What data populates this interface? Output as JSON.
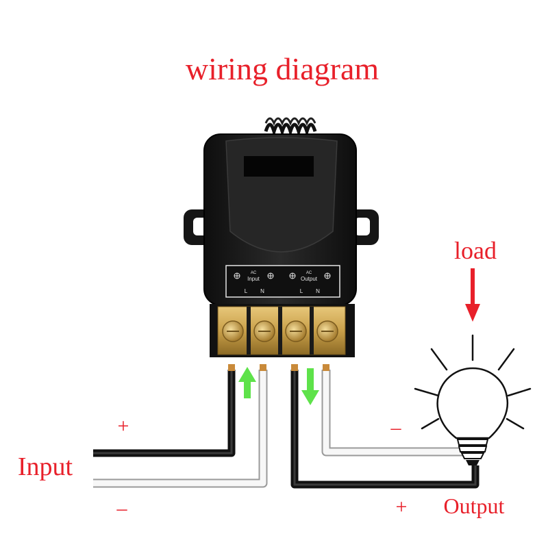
{
  "title": "wiring diagram",
  "labels": {
    "load": "load",
    "input": "Input",
    "output": "Output",
    "input_plus": "+",
    "input_minus": "–",
    "output_plus": "+",
    "output_minus": "–"
  },
  "device_panel": {
    "input_group": "Input",
    "output_group": "Output",
    "ac_1": "AC",
    "ac_2": "AC",
    "terminal_1": "L",
    "terminal_2": "N",
    "terminal_3": "L",
    "terminal_4": "N"
  },
  "colors": {
    "label_red": "#e8202a",
    "arrow_green": "#5ee24a",
    "device_black": "#1b1b1b",
    "brass": "#c9a04a"
  },
  "icons": [
    "antenna-icon",
    "bulb-icon",
    "arrow-up-icon",
    "arrow-down-icon",
    "arrow-load-icon"
  ]
}
